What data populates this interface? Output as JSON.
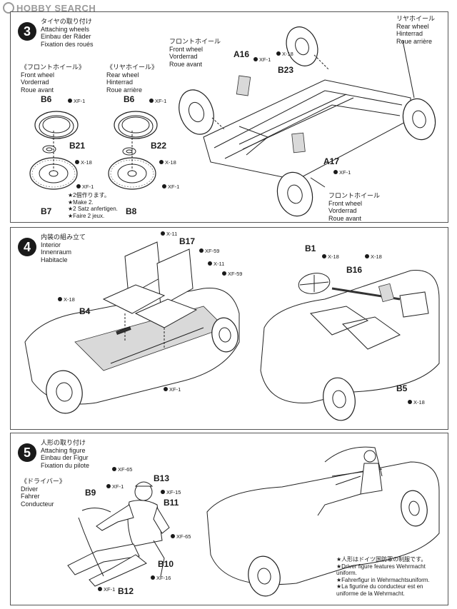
{
  "watermark": "HOBBY SEARCH",
  "step3": {
    "number": "3",
    "title": [
      "タイヤの取り付け",
      "Attaching wheels",
      "Einbau der Räder",
      "Fixation des roués"
    ],
    "front_wheel_left": [
      "《フロントホイール》",
      "Front wheel",
      "Vorderrad",
      "Roue avant"
    ],
    "rear_wheel_left": [
      "《リヤホイール》",
      "Rear wheel",
      "Hinterrad",
      "Roue arrière"
    ],
    "front_wheel_top": [
      "フロントホイール",
      "Front wheel",
      "Vorderrad",
      "Roue avant"
    ],
    "rear_wheel_top": [
      "リヤホイール",
      "Rear wheel",
      "Hinterrad",
      "Roue arrière"
    ],
    "front_wheel_bottom": [
      "フロントホイール",
      "Front wheel",
      "Vorderrad",
      "Roue avant"
    ],
    "make2": [
      "★2個作ります。",
      "★Make 2.",
      "★2 Satz anfertigen.",
      "★Faire 2 jeux."
    ],
    "parts": {
      "b6a": "B6",
      "b21": "B21",
      "b7": "B7",
      "b6b": "B6",
      "b22": "B22",
      "b8": "B8",
      "a16": "A16",
      "b23": "B23",
      "a17": "A17"
    },
    "paints": {
      "xf1_a": "XF-1",
      "x18_a": "X-18",
      "xf1_b": "XF-1",
      "xf1_c": "XF-1",
      "x18_b": "X-18",
      "xf1_d": "XF-1",
      "xf1_e": "XF-1",
      "x18_c": "X-18",
      "xf1_f": "XF-1"
    }
  },
  "step4": {
    "number": "4",
    "title": [
      "内装の組み立て",
      "Interior",
      "Innenraum",
      "Habitacle"
    ],
    "parts": {
      "b17": "B17",
      "b4": "B4",
      "b1": "B1",
      "b16": "B16",
      "b5": "B5"
    },
    "paints": {
      "x11_a": "X-11",
      "xf59_a": "XF-59",
      "x11_b": "X-11",
      "xf59_b": "XF-59",
      "x18_a": "X-18",
      "xf1_a": "XF-1",
      "x18_b": "X-18",
      "x18_c": "X-18",
      "x18_d": "X-18"
    }
  },
  "step5": {
    "number": "5",
    "title": [
      "人形の取り付け",
      "Attaching figure",
      "Einbau der Figur",
      "Fixation du pilote"
    ],
    "driver": [
      "《ドライバー》",
      "Driver",
      "Fahrer",
      "Conducteur"
    ],
    "parts": {
      "b13": "B13",
      "b9": "B9",
      "b11": "B11",
      "b10": "B10",
      "b12": "B12"
    },
    "paints": {
      "xf65_a": "XF-65",
      "xf1_a": "XF-1",
      "xf15": "XF-15",
      "xf65_b": "XF-65",
      "xf16": "XF-16",
      "xf1_b": "XF-1"
    },
    "note": [
      "★人形はドイツ国防軍の制服です。",
      "★Driver figure features Wehrmacht",
      "uniform.",
      "★Fahrerfigur in Wehrmachtsuniform.",
      "★La figurine du conducteur est en",
      "uniforme de la Wehrmacht."
    ]
  }
}
